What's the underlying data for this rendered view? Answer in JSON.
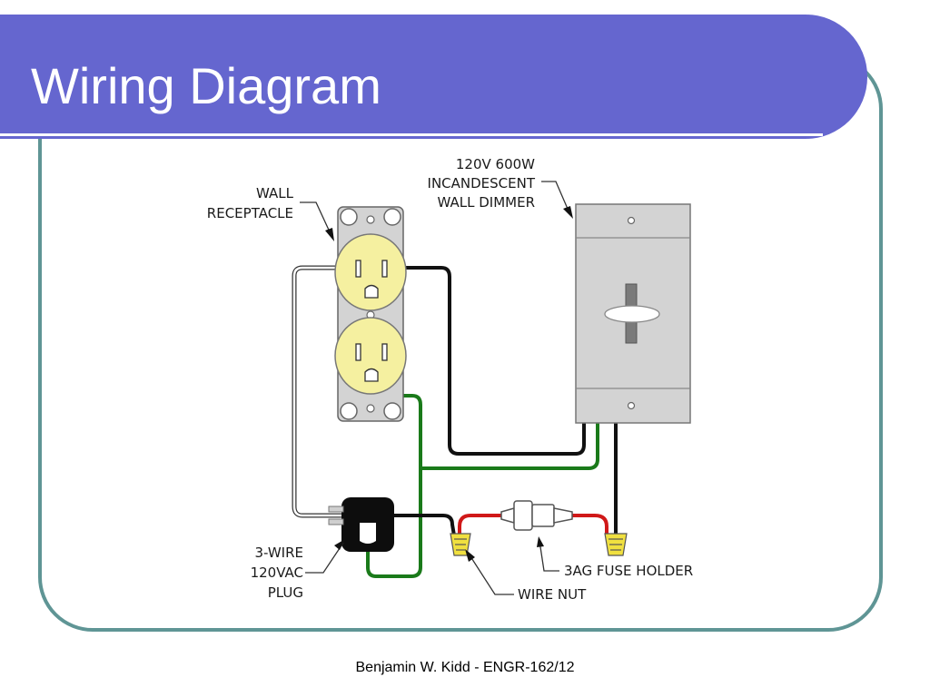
{
  "slide": {
    "title": "Wiring Diagram",
    "footer": "Benjamin W. Kidd - ENGR-162/12"
  },
  "diagram": {
    "labels": {
      "wall_receptacle_1": "WALL",
      "wall_receptacle_2": "RECEPTACLE",
      "dimmer_1": "120V 600W",
      "dimmer_2": "INCANDESCENT",
      "dimmer_3": "WALL DIMMER",
      "plug_1": "3-WIRE",
      "plug_2": "120VAC",
      "plug_3": "PLUG",
      "fuse_holder": "3AG FUSE HOLDER",
      "wire_nut": "WIRE NUT"
    }
  },
  "colors": {
    "title_bar": "#6566cf",
    "frame_border": "#5f9595",
    "wire_hot": "#111111",
    "wire_ground": "#1a7a1a",
    "wire_fused": "#d01818",
    "wire_neutral": "#ffffff",
    "receptacle_face": "#f5f0a0",
    "dimmer_body": "#d3d3d3"
  }
}
